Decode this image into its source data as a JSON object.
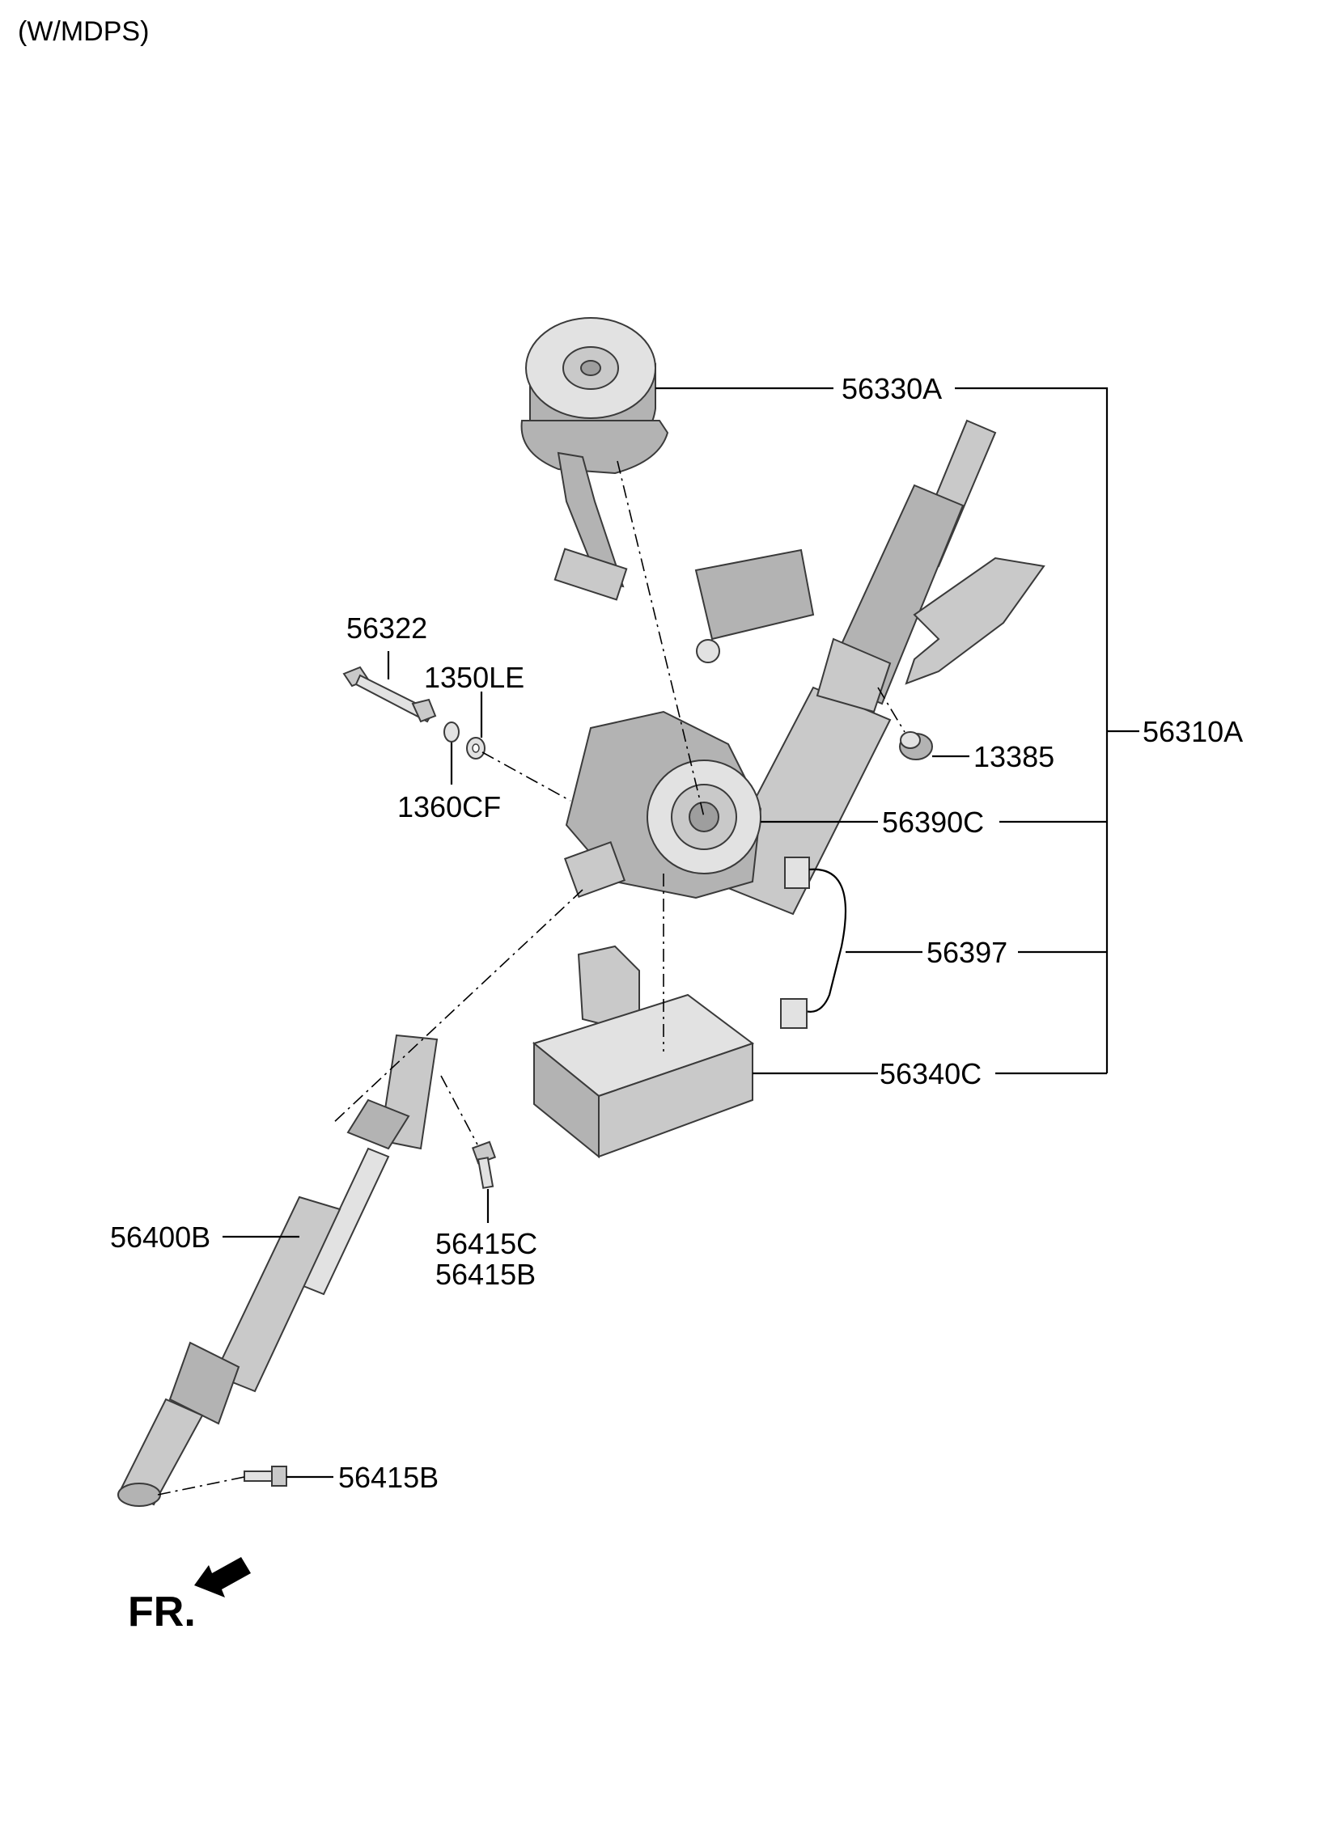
{
  "header": {
    "title": "(W/MDPS)"
  },
  "parts": [
    {
      "id": "p-56330A",
      "label": "56330A"
    },
    {
      "id": "p-56310A",
      "label": "56310A"
    },
    {
      "id": "p-56322",
      "label": "56322"
    },
    {
      "id": "p-1350LE",
      "label": "1350LE"
    },
    {
      "id": "p-13385",
      "label": "13385"
    },
    {
      "id": "p-1360CF",
      "label": "1360CF"
    },
    {
      "id": "p-56390C",
      "label": "56390C"
    },
    {
      "id": "p-56397",
      "label": "56397"
    },
    {
      "id": "p-56340C",
      "label": "56340C"
    },
    {
      "id": "p-56400B",
      "label": "56400B"
    },
    {
      "id": "p-56415C",
      "label": "56415C"
    },
    {
      "id": "p-56415B-a",
      "label": "56415B"
    },
    {
      "id": "p-56415B-b",
      "label": "56415B"
    }
  ],
  "direction_marker": {
    "label": "FR."
  }
}
